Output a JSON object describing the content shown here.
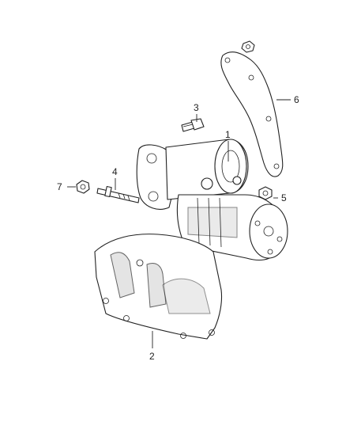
{
  "callouts": [
    {
      "id": "1",
      "label": "1"
    },
    {
      "id": "2",
      "label": "2"
    },
    {
      "id": "3",
      "label": "3"
    },
    {
      "id": "4",
      "label": "4"
    },
    {
      "id": "5",
      "label": "5"
    },
    {
      "id": "6",
      "label": "6"
    },
    {
      "id": "7",
      "label": "7"
    }
  ],
  "parts": [
    {
      "callout": "1",
      "icon": "starter-motor-icon"
    },
    {
      "callout": "2",
      "icon": "heat-shield-icon"
    },
    {
      "callout": "3",
      "icon": "bolt-icon"
    },
    {
      "callout": "4",
      "icon": "stud-icon"
    },
    {
      "callout": "5",
      "icon": "nut-icon"
    },
    {
      "callout": "6",
      "icon": "bracket-icon"
    },
    {
      "callout": "7",
      "icon": "nut-icon"
    }
  ]
}
